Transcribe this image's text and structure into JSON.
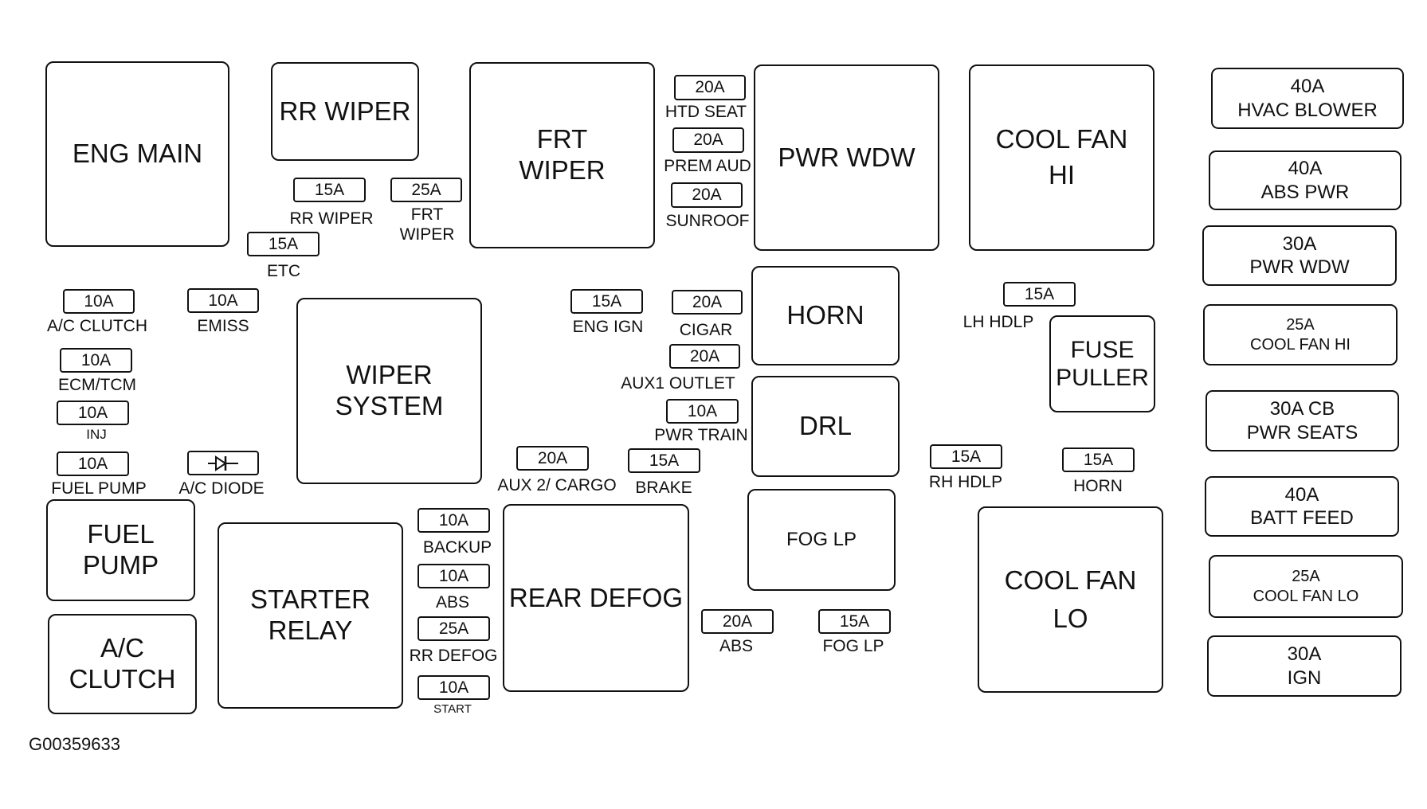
{
  "relays": {
    "eng_main": "ENG MAIN",
    "rr_wiper": "RR WIPER",
    "frt_wiper": "FRT\nWIPER",
    "pwr_wdw": "PWR WDW",
    "cool_fan_hi": "COOL FAN\nHI",
    "wiper_system": "WIPER\nSYSTEM",
    "horn": "HORN",
    "drl": "DRL",
    "fuse_puller": "FUSE\nPULLER",
    "fuel_pump": "FUEL\nPUMP",
    "ac_clutch": "A/C\nCLUTCH",
    "starter_relay": "STARTER\nRELAY",
    "rear_defog": "REAR DEFOG",
    "fog_lp": "FOG LP",
    "cool_fan_lo": "COOL FAN\nLO"
  },
  "fuses": {
    "htd_seat": {
      "rating": "20A",
      "label": "HTD SEAT"
    },
    "prem_aud": {
      "rating": "20A",
      "label": "PREM AUD"
    },
    "sunroof": {
      "rating": "20A",
      "label": "SUNROOF"
    },
    "rr_wiper": {
      "rating": "15A",
      "label": "RR WIPER"
    },
    "frt_wiper": {
      "rating": "25A",
      "label": "FRT\nWIPER"
    },
    "etc": {
      "rating": "15A",
      "label": "ETC"
    },
    "ac_clutch": {
      "rating": "10A",
      "label": "A/C CLUTCH"
    },
    "emiss": {
      "rating": "10A",
      "label": "EMISS"
    },
    "ecm_tcm": {
      "rating": "10A",
      "label": "ECM/TCM"
    },
    "inj": {
      "rating": "10A",
      "label": "INJ"
    },
    "fuel_pump": {
      "rating": "10A",
      "label": "FUEL PUMP"
    },
    "ac_diode": {
      "label": "A/C DIODE"
    },
    "eng_ign": {
      "rating": "15A",
      "label": "ENG IGN"
    },
    "cigar": {
      "rating": "20A",
      "label": "CIGAR"
    },
    "aux1_outlet": {
      "rating": "20A",
      "label": "AUX1 OUTLET"
    },
    "pwr_train": {
      "rating": "10A",
      "label": "PWR TRAIN"
    },
    "aux2_cargo": {
      "rating": "20A",
      "label": "AUX 2/ CARGO"
    },
    "brake": {
      "rating": "15A",
      "label": "BRAKE"
    },
    "backup": {
      "rating": "10A",
      "label": "BACKUP"
    },
    "abs_small": {
      "rating": "10A",
      "label": "ABS"
    },
    "rr_defog": {
      "rating": "25A",
      "label": "RR DEFOG"
    },
    "start": {
      "rating": "10A",
      "label": "START"
    },
    "abs_20": {
      "rating": "20A",
      "label": "ABS"
    },
    "fog_lp": {
      "rating": "15A",
      "label": "FOG LP"
    },
    "lh_hdlp": {
      "rating": "15A",
      "label": "LH HDLP"
    },
    "rh_hdlp": {
      "rating": "15A",
      "label": "RH HDLP"
    },
    "horn": {
      "rating": "15A",
      "label": "HORN"
    }
  },
  "maxi_fuses": [
    {
      "text": "40A\nHVAC BLOWER"
    },
    {
      "text": "40A\nABS PWR"
    },
    {
      "text": "30A\nPWR WDW"
    },
    {
      "text": "25A\nCOOL FAN  HI"
    },
    {
      "text": "30A  CB\nPWR SEATS"
    },
    {
      "text": "40A\nBATT FEED"
    },
    {
      "text": "25A\nCOOL FAN  LO"
    },
    {
      "text": "30A\nIGN"
    }
  ],
  "figure_id": "G00359633"
}
